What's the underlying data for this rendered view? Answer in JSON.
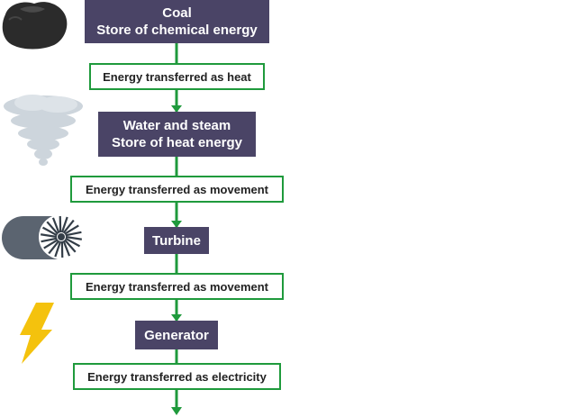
{
  "colors": {
    "stage_fill": "#4a4466",
    "stage_text": "#ffffff",
    "transfer_border": "#1f9a3c",
    "connector": "#1f9a3c",
    "coal": "#2b2b2b",
    "steam": "#cdd5dc",
    "turbine_body": "#5b6470",
    "lightning": "#f4c20d"
  },
  "stages": {
    "coal": {
      "line1": "Coal",
      "line2": "Store of chemical energy"
    },
    "water": {
      "line1": "Water and steam",
      "line2": "Store of heat energy"
    },
    "turbine": {
      "line1": "Turbine"
    },
    "generator": {
      "line1": "Generator"
    }
  },
  "transfers": {
    "heat": "Energy transferred as heat",
    "movement_1": "Energy transferred as movement",
    "movement_2": "Energy transferred as movement",
    "electricity": "Energy transferred as electricity"
  },
  "icons": {
    "coal": "coal-lump-icon",
    "steam": "steam-cloud-icon",
    "turbine": "turbine-icon",
    "generator": "lightning-bolt-icon"
  }
}
